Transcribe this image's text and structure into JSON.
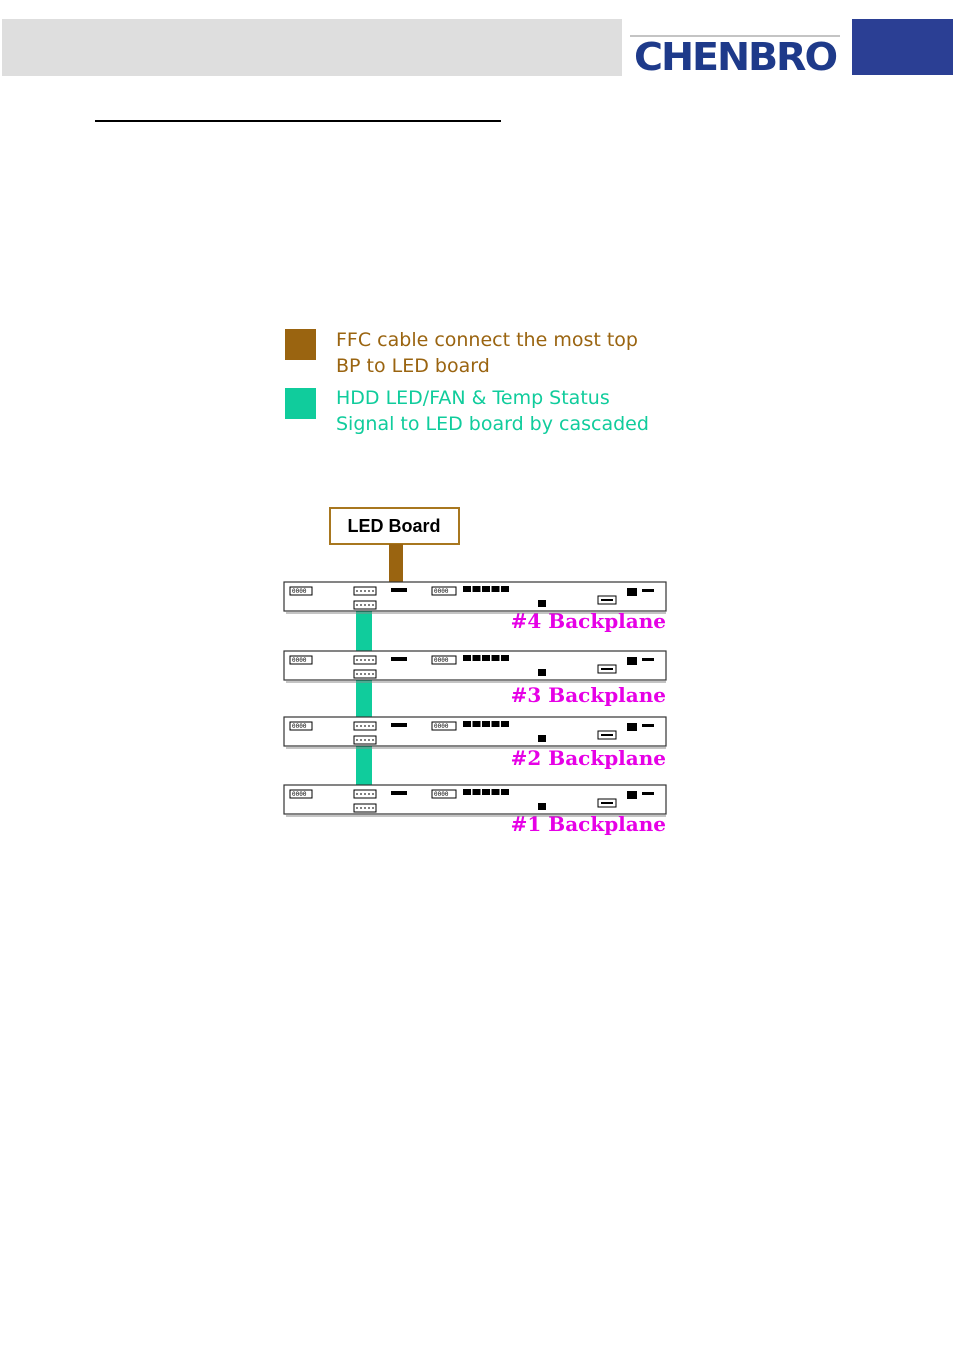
{
  "header": {
    "logo_text": "CHENBRO",
    "colors": {
      "bar": "#dedede",
      "brand_blue": "#2b3f94",
      "logo": "#1e3a8a"
    }
  },
  "legend": [
    {
      "color": "#9a6410",
      "text": "FFC cable connect the most top\nBP to LED board"
    },
    {
      "color": "#10cc9c",
      "text": "HDD LED/FAN & Temp Status\nSignal to LED board by cascaded"
    }
  ],
  "diagram": {
    "led_board_label": "LED Board",
    "connector_text": "0000",
    "backplanes": [
      "#4 Backplane",
      "#3 Backplane",
      "#2 Backplane",
      "#1 Backplane"
    ],
    "colors": {
      "ffc_cable": "#9a6410",
      "cascade": "#10cc9c",
      "label": "#e600e6",
      "led_border": "#a8771f"
    }
  }
}
